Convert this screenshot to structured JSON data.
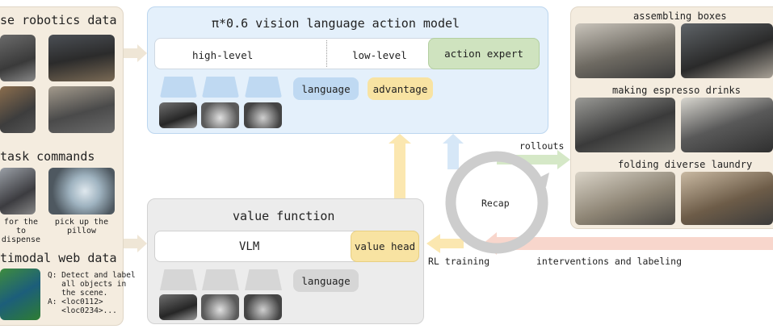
{
  "left_panel": {
    "robotics_title": "se robotics data",
    "commands_title": "task commands",
    "command_1": "for the\nto dispense",
    "command_2": "pick up the\npillow",
    "web_title": "timodal web data",
    "qa_text": "Q: Detect and label\n   all objects in\n   the scene.\nA: <loc0112>\n   <loc0234>..."
  },
  "vla_panel": {
    "title": "π*0.6 vision language action model",
    "high_level": "high-level",
    "low_level": "low-level",
    "action_expert": "action expert",
    "language": "language",
    "advantage": "advantage"
  },
  "value_panel": {
    "title": "value function",
    "vlm": "VLM",
    "value_head": "value head",
    "language": "language"
  },
  "right_panel": {
    "task_1": "assembling boxes",
    "task_2": "making espresso drinks",
    "task_3": "folding diverse laundry"
  },
  "flow": {
    "recap": "Recap",
    "rollouts": "rollouts",
    "rl_training": "RL training",
    "interventions": "interventions and labeling"
  },
  "colors": {
    "tan_panel": "#f4ecdf",
    "blue_panel": "#e4f0fb",
    "gray_panel": "#ececec",
    "green": "#cfe3bf",
    "yellow": "#f8e3a2",
    "token_blue": "#bfd9f2",
    "salmon": "#f6c9bd"
  }
}
